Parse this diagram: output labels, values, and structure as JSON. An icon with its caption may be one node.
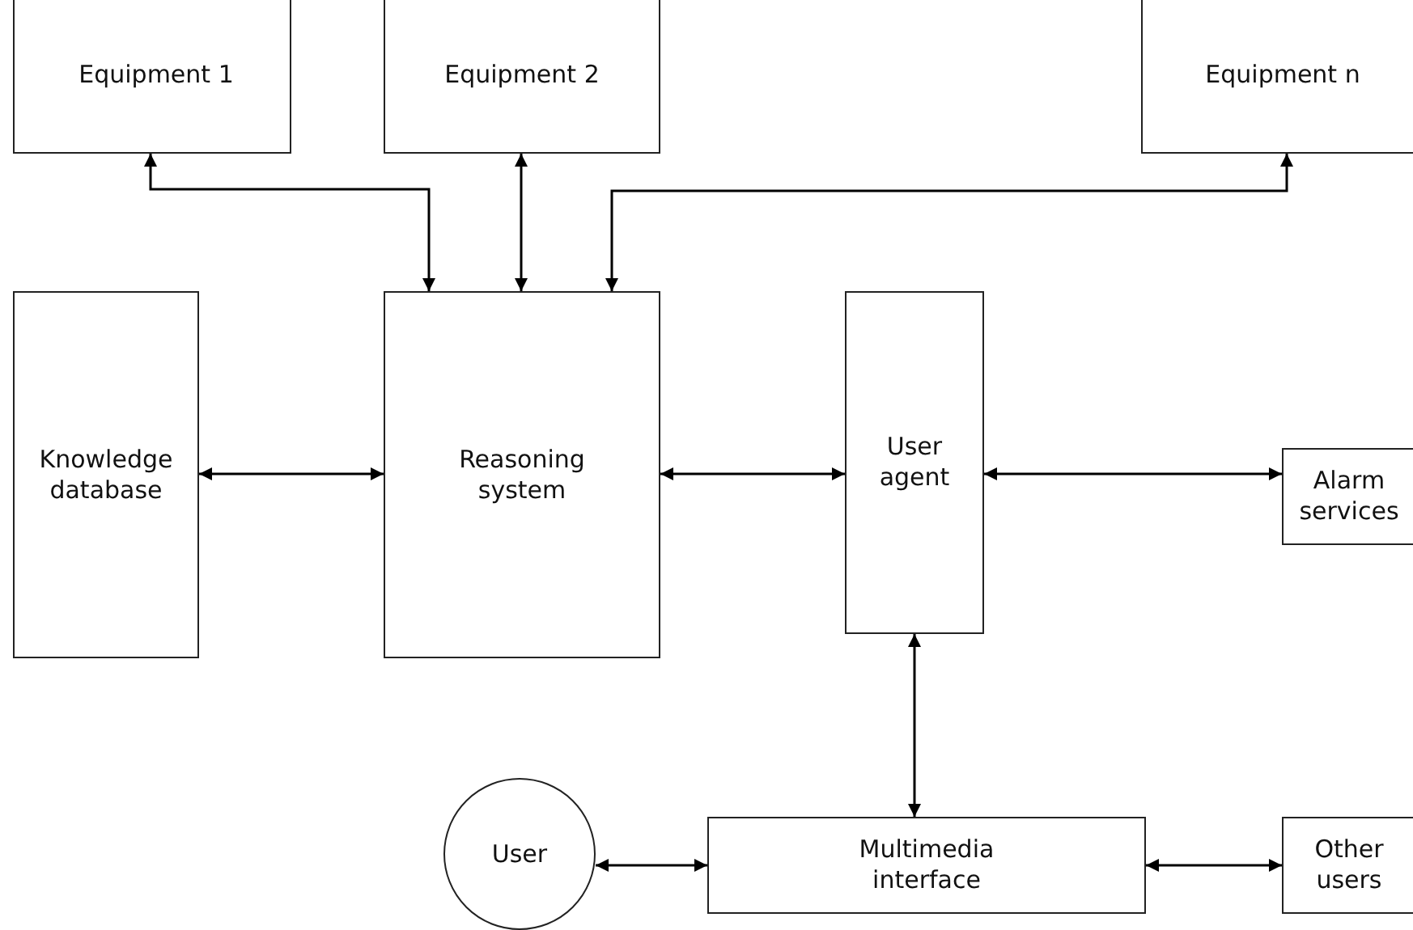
{
  "diagram": {
    "nodes": [
      {
        "text": [
          "Equipment 1"
        ]
      },
      {
        "text": [
          "Equipment 2"
        ]
      },
      {
        "text": [
          "Equipment n"
        ]
      },
      {
        "text": [
          "Knowledge database"
        ]
      },
      {
        "text": [
          "Reasoning system"
        ]
      },
      {
        "text": [
          "User agent"
        ]
      },
      {
        "text": [
          "Alarm services"
        ]
      },
      {
        "text": [
          "User"
        ]
      },
      {
        "text": [
          "Multimedia interface"
        ]
      },
      {
        "text": [
          "Other users"
        ]
      }
    ],
    "edges": [
      {
        "from": 4,
        "to": 0,
        "arrow": "both"
      },
      {
        "from": 4,
        "to": 1,
        "arrow": "both"
      },
      {
        "from": 4,
        "to": 2,
        "arrow": "both"
      },
      {
        "from": 3,
        "to": 4,
        "arrow": "both"
      },
      {
        "from": 4,
        "to": 5,
        "arrow": "both"
      },
      {
        "from": 5,
        "to": 6,
        "arrow": "both"
      },
      {
        "from": 5,
        "to": 8,
        "arrow": "both"
      },
      {
        "from": 7,
        "to": 8,
        "arrow": "both"
      },
      {
        "from": 8,
        "to": 9,
        "arrow": "both"
      }
    ]
  }
}
